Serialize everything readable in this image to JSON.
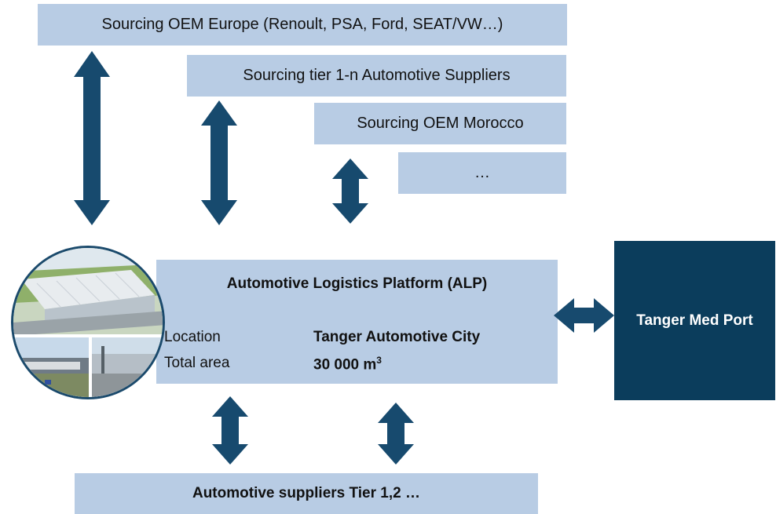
{
  "sources": {
    "europe": "Sourcing  OEM Europe (Renoult, PSA, Ford, SEAT/VW…)",
    "tier1n": "Sourcing tier 1-n Automotive Suppliers",
    "morocco": "Sourcing OEM Morocco",
    "etc": "…"
  },
  "alp": {
    "title": "Automotive Logistics Platform (ALP)",
    "location_label": "Location",
    "location_value": "Tanger Automotive City",
    "area_label": "Total area",
    "area_value": "30 000 m",
    "area_unit_sup": "3"
  },
  "port": {
    "label": "Tanger  Med Port"
  },
  "suppliers": {
    "label": "Automotive suppliers Tier 1,2 …"
  },
  "colors": {
    "box_fill": "#b8cce4",
    "port_fill": "#0b3d5c",
    "arrow": "#174a6e"
  }
}
